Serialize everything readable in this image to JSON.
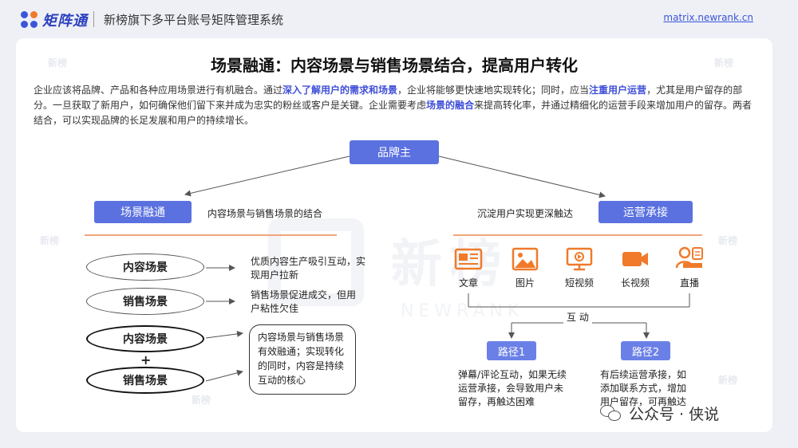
{
  "header": {
    "logo_text": "矩阵通",
    "title": "新榜旗下多平台账号矩阵管理系统",
    "url": "matrix.newrank.cn"
  },
  "watermarks": {
    "brand": "新榜",
    "brand_en": "NEWRANK",
    "small": "新榜"
  },
  "main": {
    "title": "场景融通：内容场景与销售场景结合，提高用户转化",
    "para": {
      "p1": "企业应该将品牌、产品和各种应用场景进行有机融合。通过",
      "h1": "深入了解用户的需求和场景",
      "p2": "，企业将能够更快速地实现转化；同时，应当",
      "h2": "注重用户运营",
      "p3": "，尤其是用户留存的部分。一旦获取了新用户，如何确保他们留下来并成为忠实的粉丝或客户是关键。企业需要考虑",
      "h3": "场景的融合",
      "p4": "来提高转化率，并通过精细化的运营手段来增加用户的留存。两者结合，可以实现品牌的长足发展和用户的持续增长。"
    }
  },
  "diagram": {
    "root": "品牌主",
    "left": {
      "title": "场景融通",
      "caption": "内容场景与销售场景的结合",
      "content_scene": "内容场景",
      "content_scene_desc": "优质内容生产吸引互动，实现用户拉新",
      "sales_scene": "销售场景",
      "sales_scene_desc": "销售场景促进成交，但用户粘性欠佳",
      "combo_top": "内容场景",
      "plus": "+",
      "combo_bottom": "销售场景",
      "combo_desc": "内容场景与销售场景有效融通；实现转化的同时，内容是持续互动的核心"
    },
    "right": {
      "title": "运营承接",
      "caption": "沉淀用户实现更深触达",
      "channels": [
        "文章",
        "图片",
        "短视频",
        "长视频",
        "直播"
      ],
      "interaction": "互 动",
      "path1": "路径1",
      "path1_desc": "弹幕/评论互动，如果无续运营承接，会导致用户未留存，再触达困难",
      "path2": "路径2",
      "path2_desc": "有后续运营承接，如添加联系方式，增加用户留存，可再触达"
    }
  },
  "footer": {
    "wechat_label": "公众号 · 侠说"
  },
  "colors": {
    "accent_blue": "#5b71e0",
    "accent_orange": "#f07a2a",
    "highlight": "#3f4fd8"
  }
}
